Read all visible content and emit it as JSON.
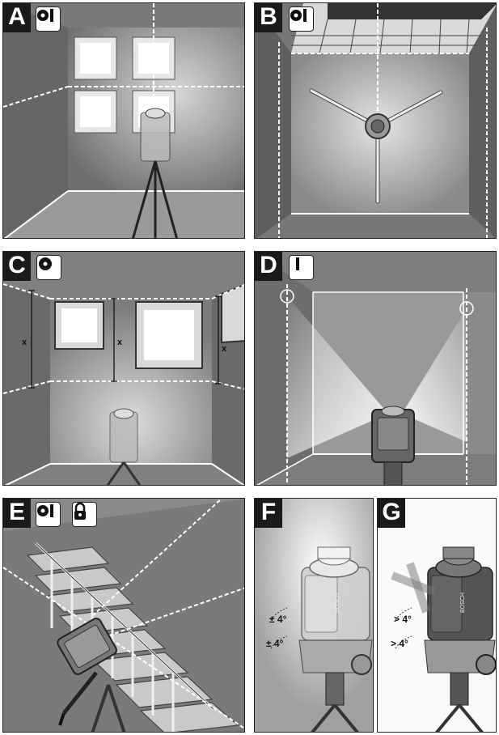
{
  "panels": {
    "a": {
      "label": "A",
      "icons": [
        "dot-and-line-icon"
      ]
    },
    "b": {
      "label": "B",
      "icons": [
        "dot-and-line-icon"
      ]
    },
    "c": {
      "label": "C",
      "icons": [
        "dot-icon"
      ],
      "marks": [
        "x",
        "x",
        "x"
      ]
    },
    "d": {
      "label": "D",
      "icons": [
        "line-icon"
      ]
    },
    "e": {
      "label": "E",
      "icons": [
        "dot-and-line-icon",
        "padlock-icon"
      ]
    },
    "f": {
      "label": "F",
      "tolerance": [
        "± 4°",
        "± 4°"
      ],
      "brand": "BOSCH"
    },
    "g": {
      "label": "G",
      "tolerance": [
        "> 4°",
        "> 4°"
      ],
      "brand": "BOSCH"
    }
  },
  "colors": {
    "frame": "#222222",
    "tag_bg": "#1a1a1a",
    "wall": "#8d8d8d",
    "laser": "#ffffff"
  }
}
